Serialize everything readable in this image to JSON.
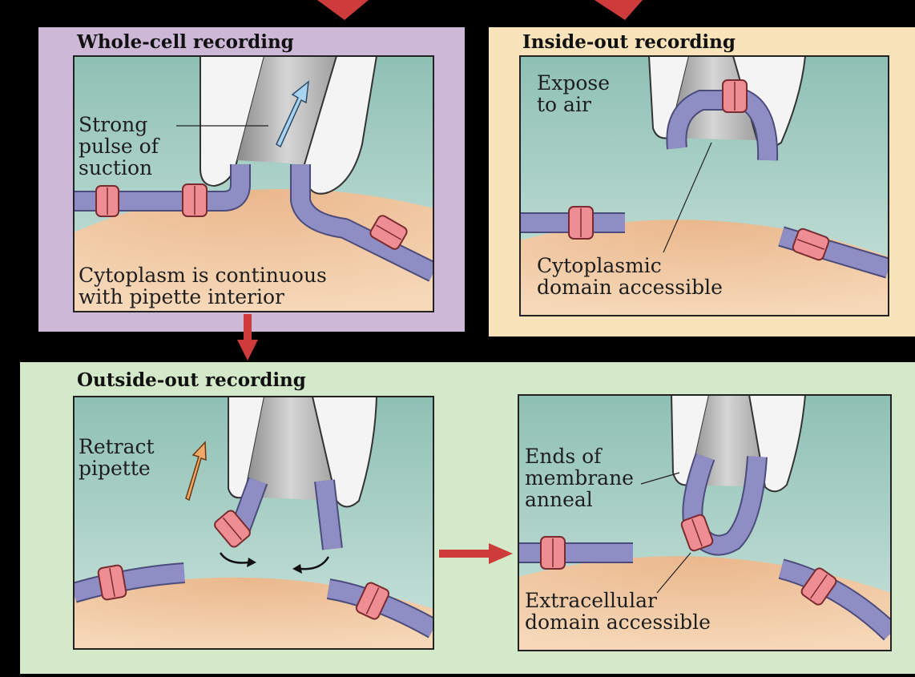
{
  "panels": {
    "whole_cell": {
      "title": "Whole-cell recording",
      "label_suction": "Strong\npulse of\nsuction",
      "label_cytoplasm": "Cytoplasm is continuous\nwith pipette interior"
    },
    "inside_out": {
      "title": "Inside-out recording",
      "label_air": "Expose\nto air",
      "label_domain": "Cytoplasmic\ndomain accessible"
    },
    "outside_out": {
      "title": "Outside-out recording",
      "label_retract": "Retract\npipette",
      "label_anneal": "Ends of\nmembrane\nanneal",
      "label_domain": "Extracellular\ndomain accessible"
    }
  },
  "colors": {
    "whole_cell_bg": "#cdb8d8",
    "inside_out_bg": "#f8e3bb",
    "outside_out_bg": "#d3e9c9",
    "medium": "#a8cfc5",
    "cytoplasm": "#f0c9a0",
    "membrane": "#8e8ec4",
    "channel": "#ef8e92",
    "pipette": "#f4f4f4",
    "flow_arrow": "#cd3b3b"
  }
}
